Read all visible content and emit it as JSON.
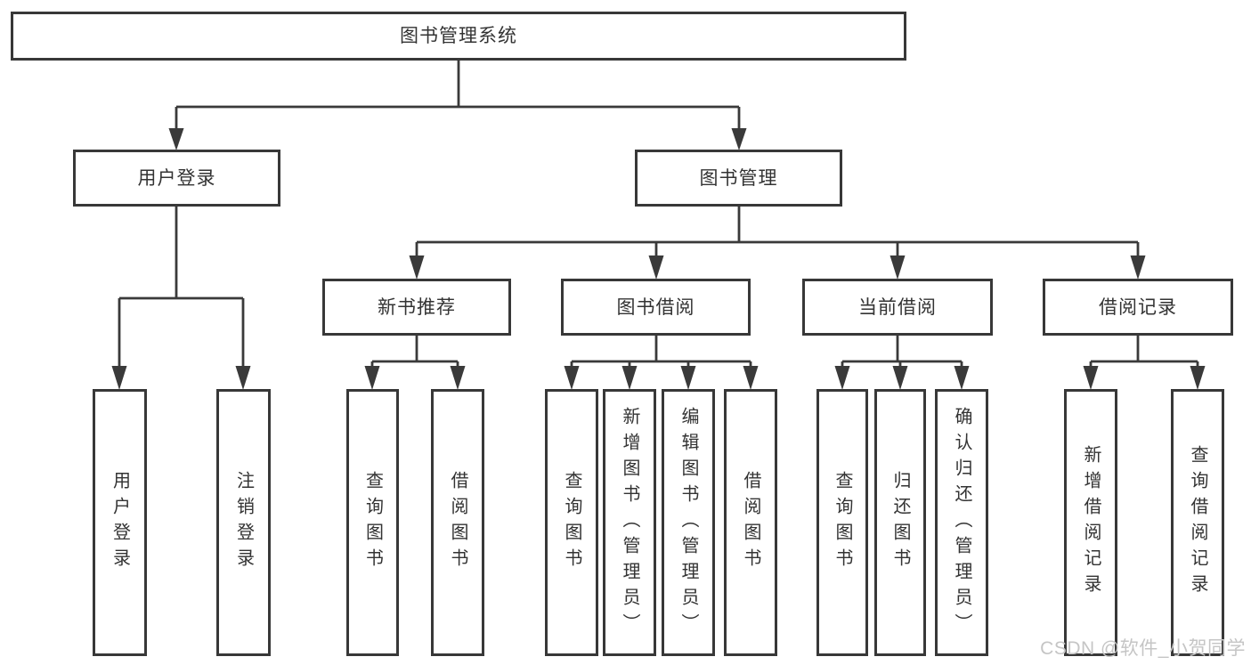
{
  "diagram_title": "图书管理系统",
  "colors": {
    "line": "#3a3a3a",
    "box_border": "#383838",
    "text": "#333333",
    "watermark": "#c5c5c5",
    "background": "#ffffff"
  },
  "hierarchy": {
    "label": "图书管理系统",
    "children": [
      {
        "label": "用户登录",
        "children": [
          {
            "label": "用户登录"
          },
          {
            "label": "注销登录"
          }
        ]
      },
      {
        "label": "图书管理",
        "children": [
          {
            "label": "新书推荐",
            "children": [
              {
                "label": "查询图书"
              },
              {
                "label": "借阅图书"
              }
            ]
          },
          {
            "label": "图书借阅",
            "children": [
              {
                "label": "查询图书"
              },
              {
                "label": "新增图书（管理员）"
              },
              {
                "label": "编辑图书（管理员）"
              },
              {
                "label": "借阅图书"
              }
            ]
          },
          {
            "label": "当前借阅",
            "children": [
              {
                "label": "查询图书"
              },
              {
                "label": "归还图书"
              },
              {
                "label": "确认归还（管理员）"
              }
            ]
          },
          {
            "label": "借阅记录",
            "children": [
              {
                "label": "新增借阅记录"
              },
              {
                "label": "查询借阅记录"
              }
            ]
          }
        ]
      }
    ]
  },
  "watermark": {
    "text": "CSDN @软件_小贺同学"
  }
}
